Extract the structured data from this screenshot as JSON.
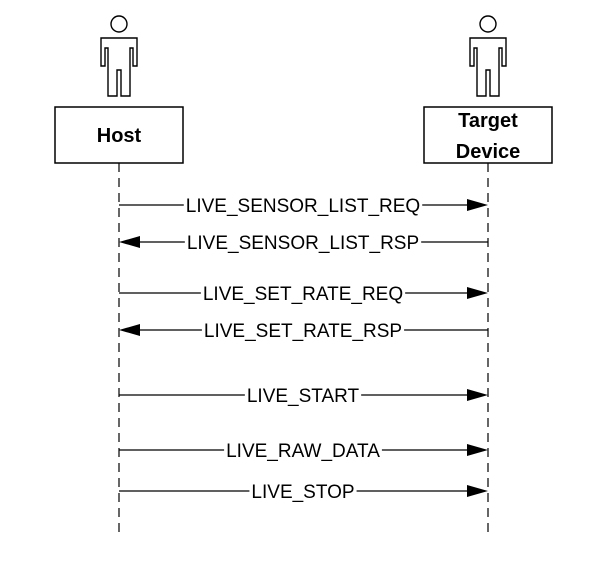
{
  "actors": [
    {
      "id": "host",
      "name": "Host",
      "label_lines": [
        "Host"
      ]
    },
    {
      "id": "target",
      "name": "Target Device",
      "label_lines": [
        "Target",
        "Device"
      ]
    }
  ],
  "messages": [
    {
      "label": "LIVE_SENSOR_LIST_REQ",
      "from": "host",
      "to": "target"
    },
    {
      "label": "LIVE_SENSOR_LIST_RSP",
      "from": "target",
      "to": "host"
    },
    {
      "label": "LIVE_SET_RATE_REQ",
      "from": "host",
      "to": "target"
    },
    {
      "label": "LIVE_SET_RATE_RSP",
      "from": "target",
      "to": "host"
    },
    {
      "label": "LIVE_START",
      "from": "host",
      "to": "target"
    },
    {
      "label": "LIVE_RAW_DATA",
      "from": "host",
      "to": "target"
    },
    {
      "label": "LIVE_STOP",
      "from": "host",
      "to": "target"
    }
  ]
}
